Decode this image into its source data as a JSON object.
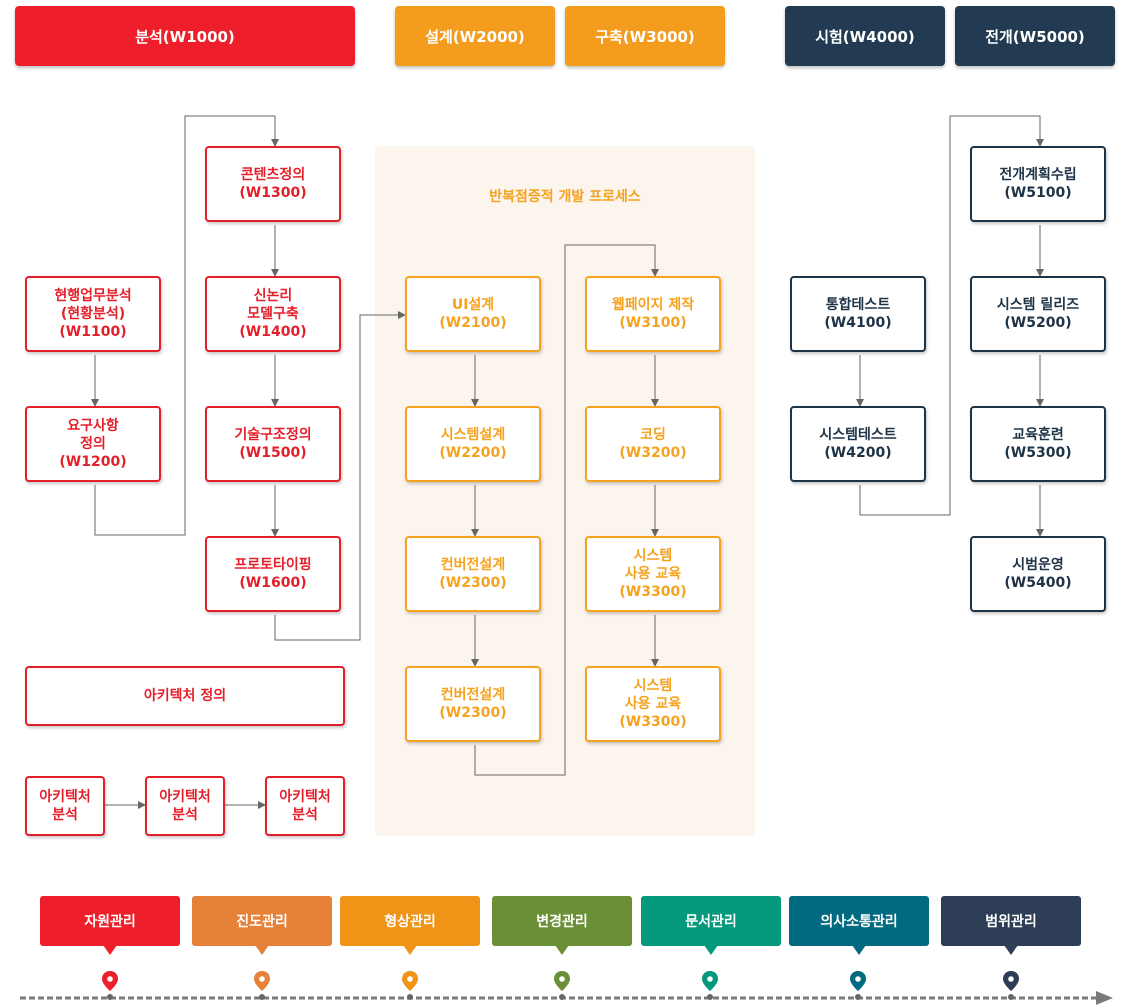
{
  "phases": {
    "analysis": "분석(W1000)",
    "design": "설계(W2000)",
    "build": "구축(W3000)",
    "test": "시험(W4000)",
    "deploy": "전개(W5000)"
  },
  "analysis": {
    "w1100": [
      "현행업무분석",
      "(현황분석)",
      "(W1100)"
    ],
    "w1200": [
      "요구사항",
      "정의",
      "(W1200)"
    ],
    "w1300": [
      "콘텐츠정의",
      "(W1300)"
    ],
    "w1400": [
      "신논리",
      "모델구축",
      "(W1400)"
    ],
    "w1500": [
      "기술구조정의",
      "(W1500)"
    ],
    "w1600": [
      "프로토타이핑",
      "(W1600)"
    ],
    "arch_definition": "아키텍처 정의",
    "arch_steps": [
      [
        "아키텍처",
        "분석"
      ],
      [
        "아키텍처",
        "분석"
      ],
      [
        "아키텍처",
        "분석"
      ]
    ]
  },
  "iterative": {
    "title": "반복점증적 개발 프로세스",
    "w2100": [
      "UI설계",
      "(W2100)"
    ],
    "w2200": [
      "시스템설계",
      "(W2200)"
    ],
    "w2300a": [
      "컨버전설계",
      "(W2300)"
    ],
    "w2300b": [
      "컨버전설계",
      "(W2300)"
    ],
    "w3100": [
      "웹페이지 제작",
      "(W3100)"
    ],
    "w3200": [
      "코딩",
      "(W3200)"
    ],
    "w3300a": [
      "시스템",
      "사용 교육",
      "(W3300)"
    ],
    "w3300b": [
      "시스템",
      "사용 교육",
      "(W3300)"
    ]
  },
  "testing": {
    "w4100": [
      "통합테스트",
      "(W4100)"
    ],
    "w4200": [
      "시스템테스트",
      "(W4200)"
    ]
  },
  "deployment": {
    "w5100": [
      "전개계획수립",
      "(W5100)"
    ],
    "w5200": [
      "시스템 릴리즈",
      "(W5200)"
    ],
    "w5300": [
      "교육훈련",
      "(W5300)"
    ],
    "w5400": [
      "시범운영",
      "(W5400)"
    ]
  },
  "management": [
    {
      "label": "자원관리",
      "color": "#ee1f2a"
    },
    {
      "label": "진도관리",
      "color": "#e6813a"
    },
    {
      "label": "형상관리",
      "color": "#ef9416"
    },
    {
      "label": "변경관리",
      "color": "#6b8f35"
    },
    {
      "label": "문서관리",
      "color": "#04997d"
    },
    {
      "label": "의사소통관리",
      "color": "#026a80"
    },
    {
      "label": "범위관리",
      "color": "#2d3e56"
    }
  ],
  "colors": {
    "analysis": "#ee1f2a",
    "design_build": "#f49c1d",
    "test_deploy": "#223a52",
    "panel": "#fcf5ee",
    "connector": "#666666"
  }
}
